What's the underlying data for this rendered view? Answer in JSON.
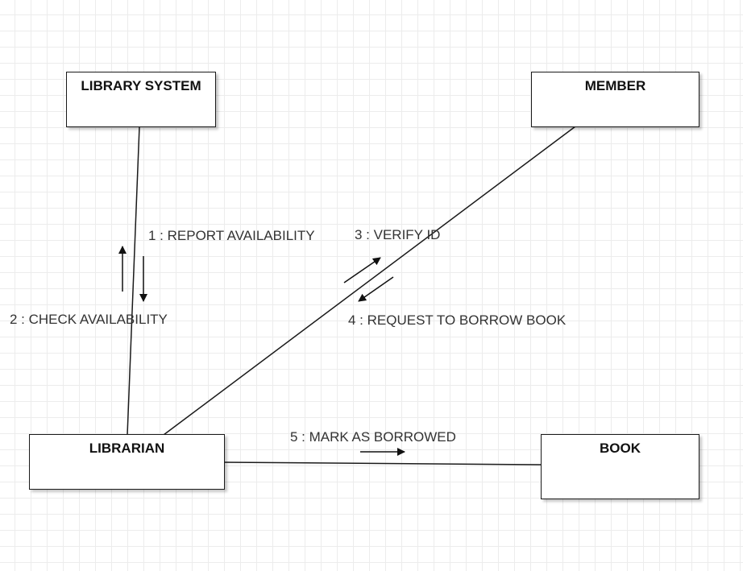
{
  "diagram": {
    "nodes": {
      "library_system": "LIBRARY SYSTEM",
      "member": "MEMBER",
      "librarian": "LIBRARIAN",
      "book": "BOOK"
    },
    "messages": [
      {
        "label": "1 : REPORT AVAILABILITY",
        "from": "LIBRARY SYSTEM",
        "to": "LIBRARIAN"
      },
      {
        "label": "2 : CHECK AVAILABILITY",
        "from": "LIBRARIAN",
        "to": "LIBRARY SYSTEM"
      },
      {
        "label": "3 : VERIFY ID",
        "from": "LIBRARIAN",
        "to": "MEMBER"
      },
      {
        "label": "4 : REQUEST TO BORROW BOOK",
        "from": "MEMBER",
        "to": "LIBRARIAN"
      },
      {
        "label": "5 : MARK AS BORROWED",
        "from": "LIBRARIAN",
        "to": "BOOK"
      }
    ]
  },
  "colors": {
    "line": "#1a1a1a",
    "label_text": "#333333",
    "grid": "#ececec"
  }
}
